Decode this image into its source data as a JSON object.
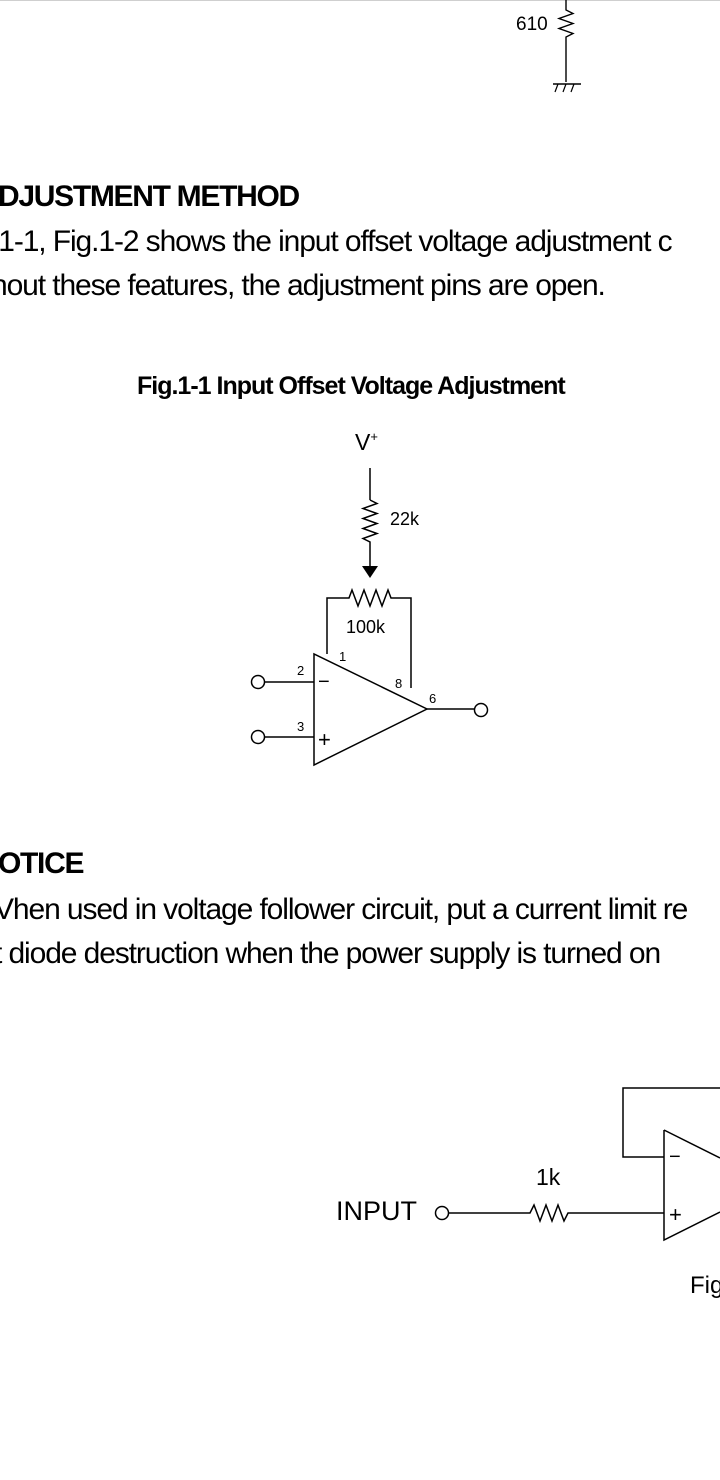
{
  "top_schematic": {
    "resistor_label": "610"
  },
  "section1": {
    "heading": "DJUSTMENT METHOD",
    "lines": [
      ".1-1, Fig.1-2 shows the input offset voltage adjustment c",
      "hout these features, the adjustment pins are open."
    ]
  },
  "fig1": {
    "title": "Fig.1-1 Input Offset Voltage Adjustment",
    "supply_label": "V",
    "supply_sup": "+",
    "r1_label": "22k",
    "pot_label": "100k",
    "pin_1": "1",
    "pin_2": "2",
    "pin_3": "3",
    "pin_6": "6",
    "pin_8": "8",
    "minus_sign": "−",
    "plus_sign": "+"
  },
  "section2": {
    "heading": "OTICE",
    "lines": [
      "Vhen used in voltage follower circuit, put a current limit re",
      "t diode destruction when the power supply is turned on"
    ]
  },
  "fig2": {
    "input_label": "INPUT",
    "resistor_label": "1k",
    "minus_sign": "−",
    "plus_sign": "+",
    "caption_partial": "Fig"
  }
}
